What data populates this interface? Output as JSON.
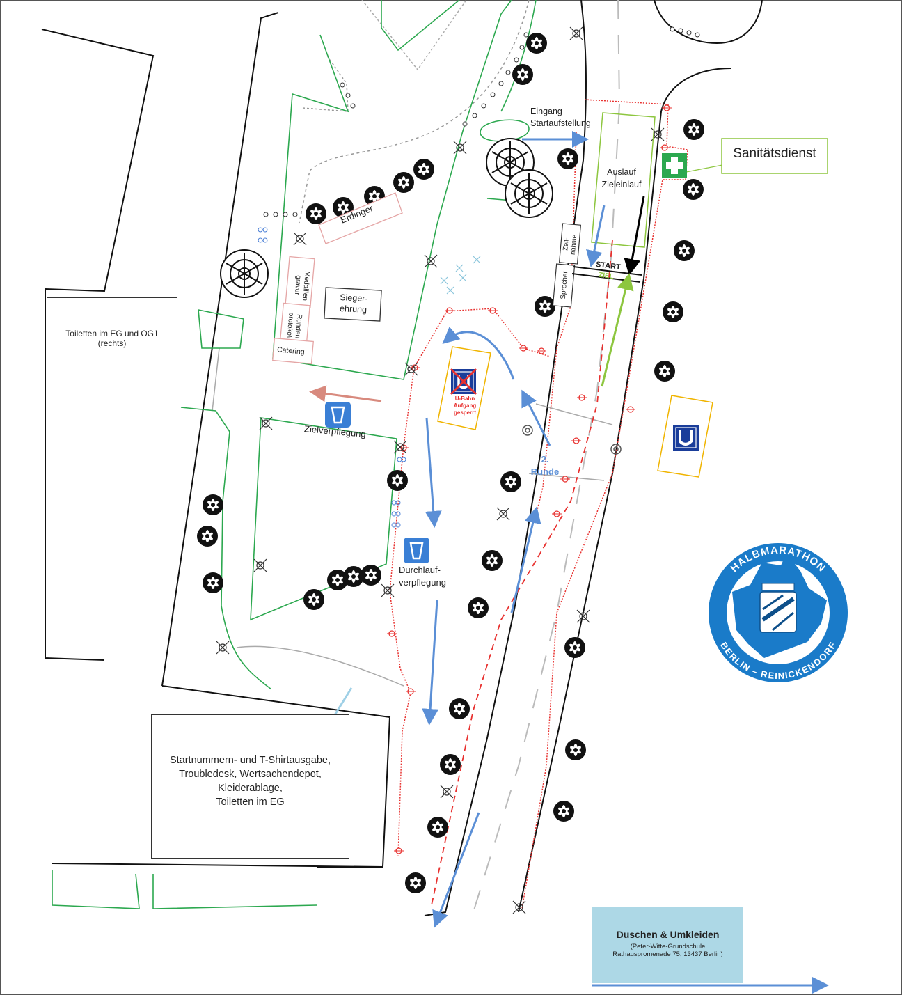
{
  "labels": {
    "toilets_top": "Toiletten im EG und OG1",
    "toilets_top_sub": "(rechts)",
    "entrance_1": "Eingang",
    "entrance_2": "Startaufstellung",
    "finish_area_1": "Auslauf",
    "finish_area_2": "Zieleinlauf",
    "first_aid": "Sanitätsdienst",
    "erdinger": "Erdinger",
    "medal_1": "Medaillen",
    "medal_2": "gravur",
    "laps_1": "Runden",
    "laps_2": "protokoll",
    "catering": "Catering",
    "ceremony_1": "Sieger-",
    "ceremony_2": "ehrung",
    "timing_1": "Zeit-",
    "timing_2": "nahme",
    "speaker": "Sprecher",
    "start": "START",
    "finish": "ZIEL",
    "ubahn_closed_1": "U-Bahn",
    "ubahn_closed_2": "Aufgang",
    "ubahn_closed_3": "gesperrt",
    "finish_refresh": "Zielverpflegung",
    "lap2_1": "2.",
    "lap2_2": "Runde",
    "pass_refresh_1": "Durchlauf-",
    "pass_refresh_2": "verpflegung",
    "registration_1": "Startnummern- und T-Shirtausgabe,",
    "registration_2": "Troubledesk, Wertsachendepot,",
    "registration_3": "Kleiderablage,",
    "registration_4": "Toiletten im EG",
    "showers_title": "Duschen & Umkleiden",
    "showers_line1": "(Peter-Witte-Grundschule",
    "showers_line2": "Rathauspromenade 75, 13437 Berlin)",
    "logo_top": "HALBMARATHON",
    "logo_bottom": "BERLIN – REINICKENDORF"
  },
  "icons": [
    "ubahn-icon",
    "drink-cup-icon",
    "first-aid-cross-icon",
    "tree-icon",
    "lamp-post-icon",
    "bicycle-icon",
    "direction-arrow-icon"
  ],
  "colors": {
    "route_blue": "#5b8fd6",
    "barrier_red": "#e8312f",
    "green_area": "#2ca84f",
    "ubahn_box": "#f0b400",
    "logo_blue": "#1a7bc9",
    "showers_bg": "#add8e6",
    "finish_green": "#8dc63f",
    "exit_red": "#d88a7e"
  }
}
